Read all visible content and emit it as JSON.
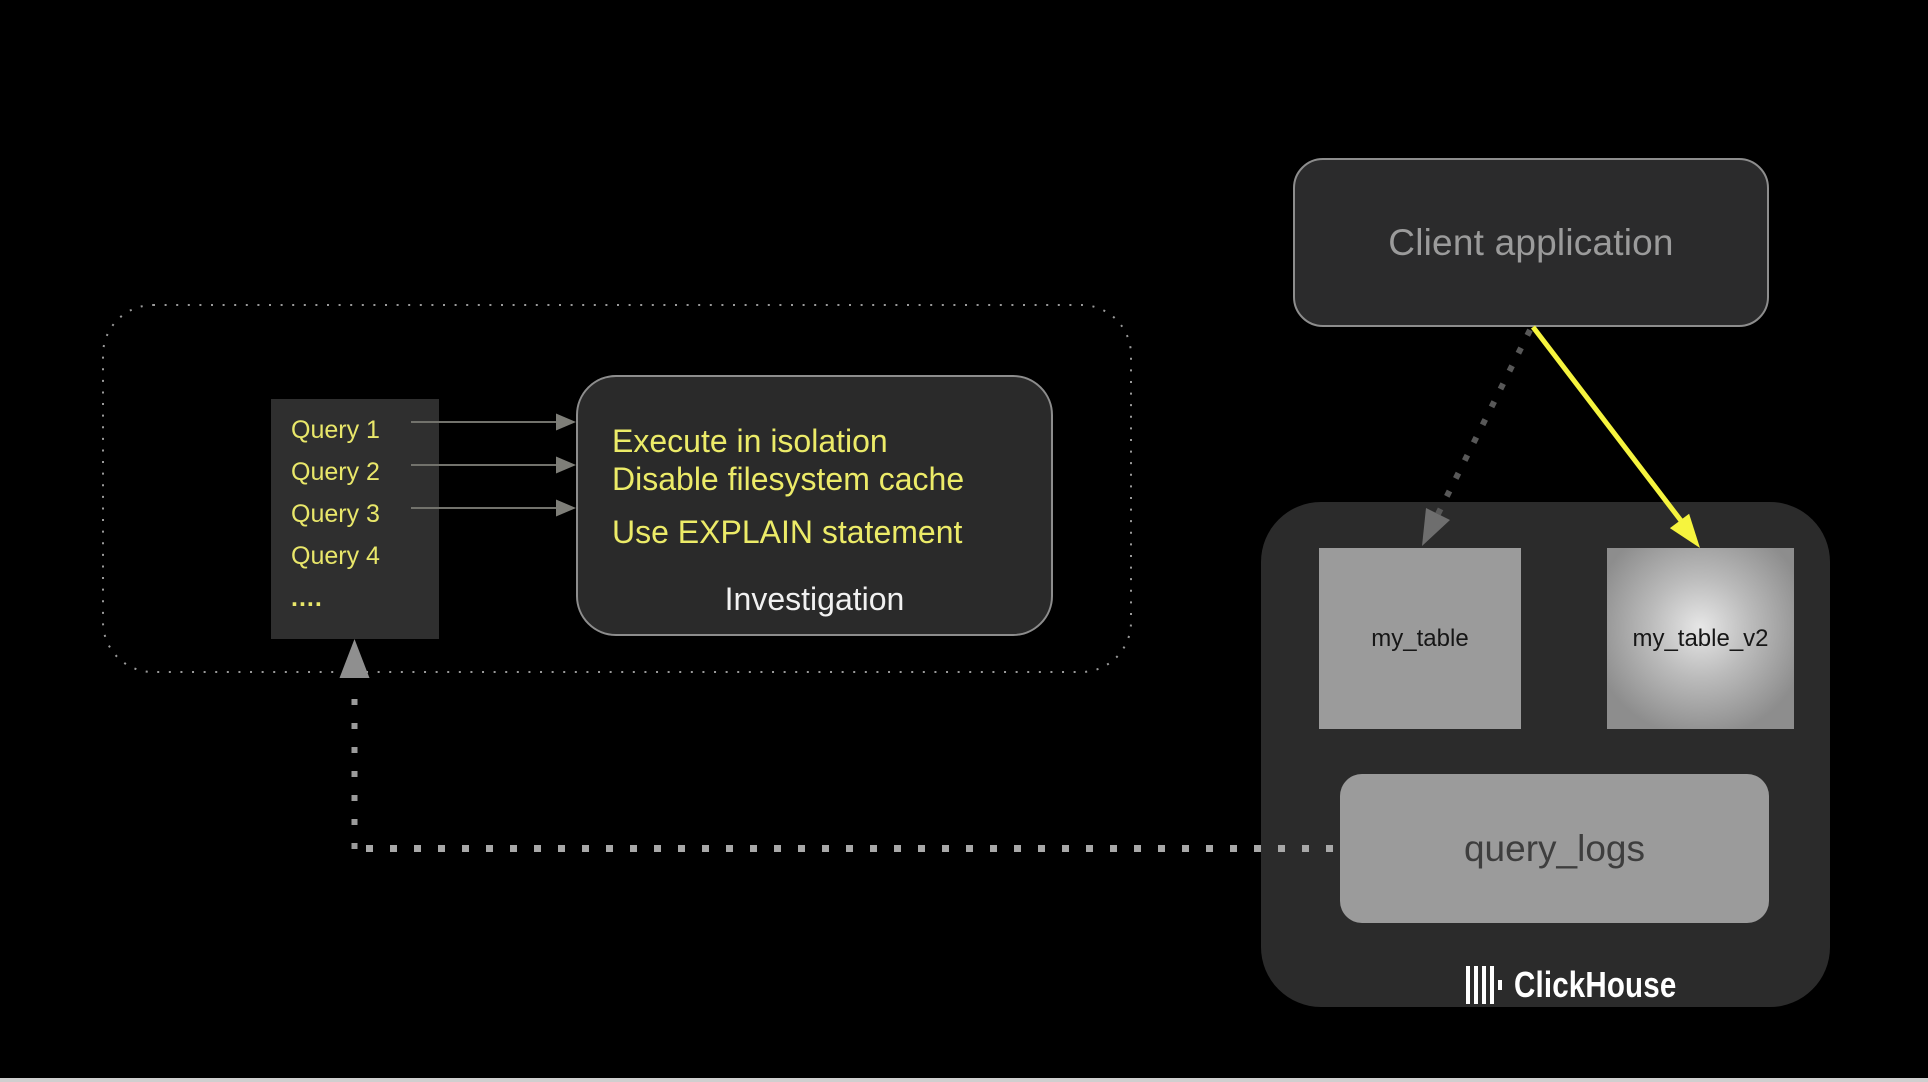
{
  "slide": {
    "background_color": "#000000",
    "bottom_strip_color": "#cfcfcf"
  },
  "queries_panel": {
    "items": [
      {
        "label": "Query 1"
      },
      {
        "label": "Query 2"
      },
      {
        "label": "Query 3"
      },
      {
        "label": "Query 4"
      },
      {
        "label": "...."
      }
    ],
    "text_color": "#e9e76a",
    "box_color": "#2f2f2f"
  },
  "investigation_box": {
    "lines": [
      "Execute in isolation",
      "Disable filesystem cache",
      "Use EXPLAIN statement"
    ],
    "caption": "Investigation",
    "text_color": "#eceb68",
    "caption_color": "#f1f1f1",
    "box_color": "#2a2a2a",
    "border_color": "#8d8d8d"
  },
  "client_box": {
    "label": "Client application",
    "text_color": "#9b9b9b",
    "box_color": "#2b2b2c",
    "border_color": "#8d8d8d"
  },
  "clickhouse_box": {
    "box_color": "#2b2b2b",
    "tables": [
      {
        "label": "my_table",
        "fill": "#9b9b9b"
      },
      {
        "label": "my_table_v2",
        "fill": "radial highlight #f2f2f2 to #8d8d8d"
      }
    ],
    "logs": {
      "label": "query_logs",
      "fill": "#9b9b9b",
      "text_color": "#3e3e3e"
    },
    "brand": {
      "name": "ClickHouse",
      "logo": "clickhouse-bars-logo",
      "color": "#ffffff"
    }
  },
  "connectors": {
    "solid_arrow_color": "#f6f43e",
    "dotted_arrow_color": "#585858",
    "query_arrow_color": "#72726c",
    "logs_dotted_color": "#a8a8a8",
    "panel_border_color": "#9a9a9a"
  }
}
